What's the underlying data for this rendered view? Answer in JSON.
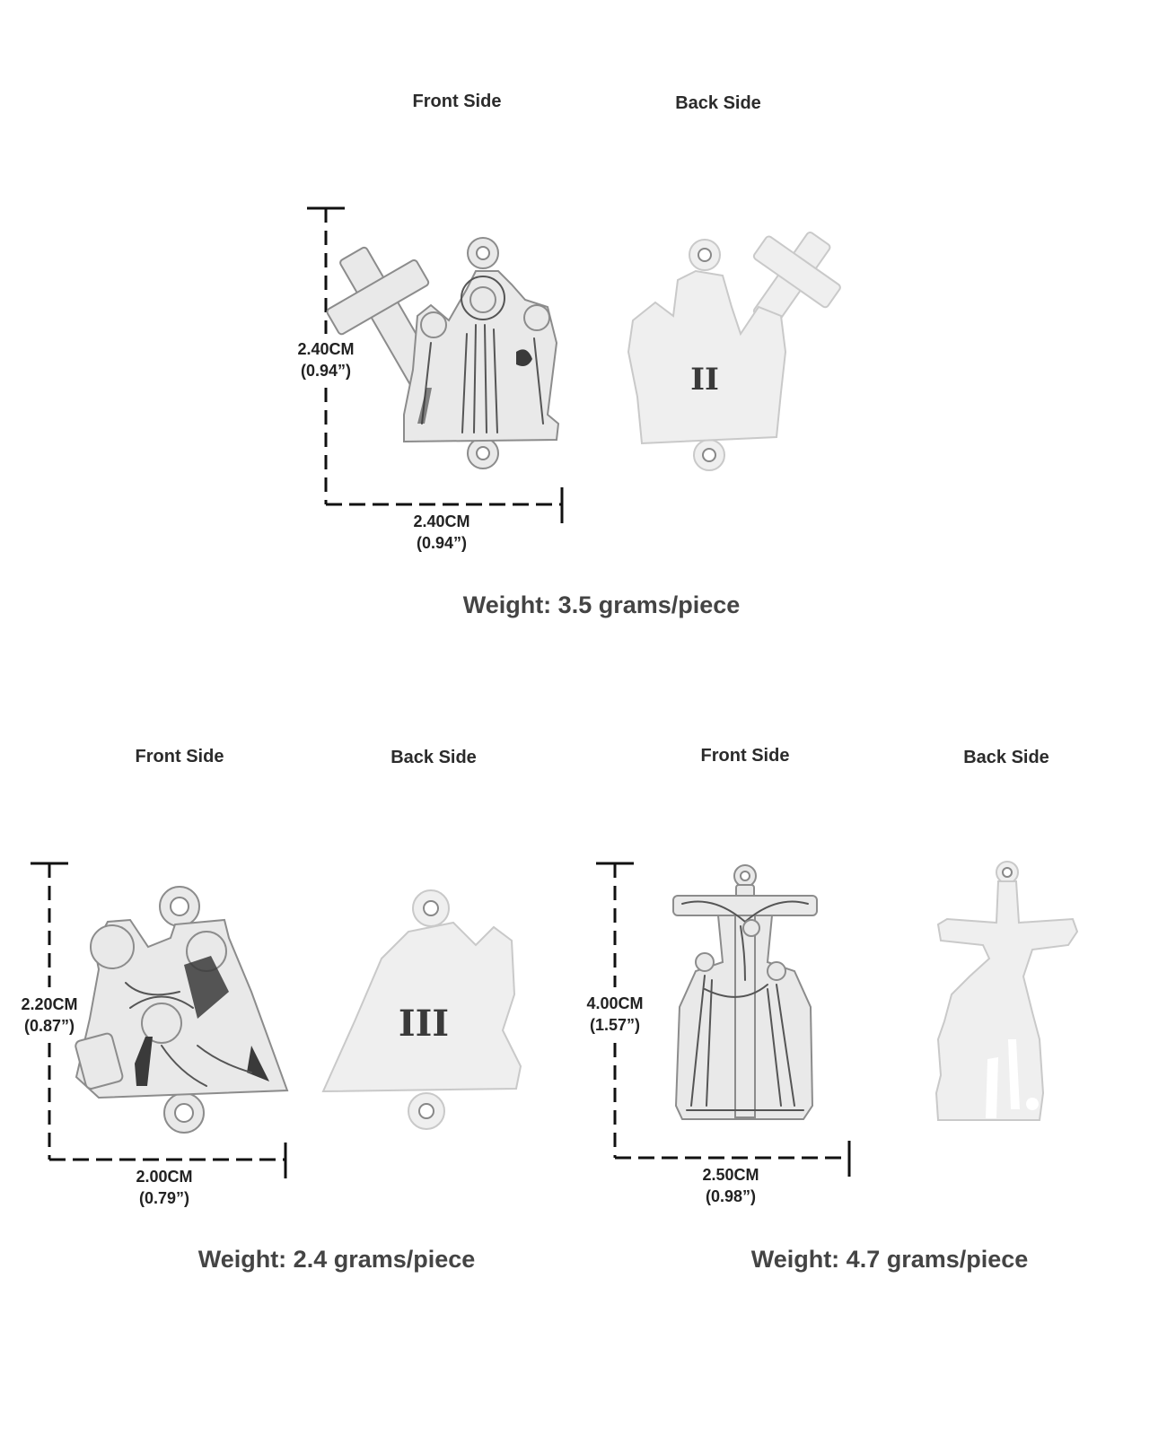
{
  "products": [
    {
      "id": "station-2",
      "front_label": "Front Side",
      "back_label": "Back Side",
      "height_cm": "2.40CM",
      "height_in": "(0.94”)",
      "width_cm": "2.40CM",
      "width_in": "(0.94”)",
      "back_numeral": "II",
      "weight": "Weight: 3.5 grams/piece"
    },
    {
      "id": "station-3",
      "front_label": "Front Side",
      "back_label": "Back Side",
      "height_cm": "2.20CM",
      "height_in": "(0.87”)",
      "width_cm": "2.00CM",
      "width_in": "(0.79”)",
      "back_numeral": "III",
      "weight": "Weight: 2.4 grams/piece"
    },
    {
      "id": "crucifixion",
      "front_label": "Front Side",
      "back_label": "Back Side",
      "height_cm": "4.00CM",
      "height_in": "(1.57”)",
      "width_cm": "2.50CM",
      "width_in": "(0.98”)",
      "back_numeral": "",
      "weight": "Weight: 4.7 grams/piece"
    }
  ],
  "colors": {
    "text": "#2b2b2b",
    "weight_text": "#444444",
    "metal": "#e9e9e9",
    "dimension_line": "#111111"
  }
}
